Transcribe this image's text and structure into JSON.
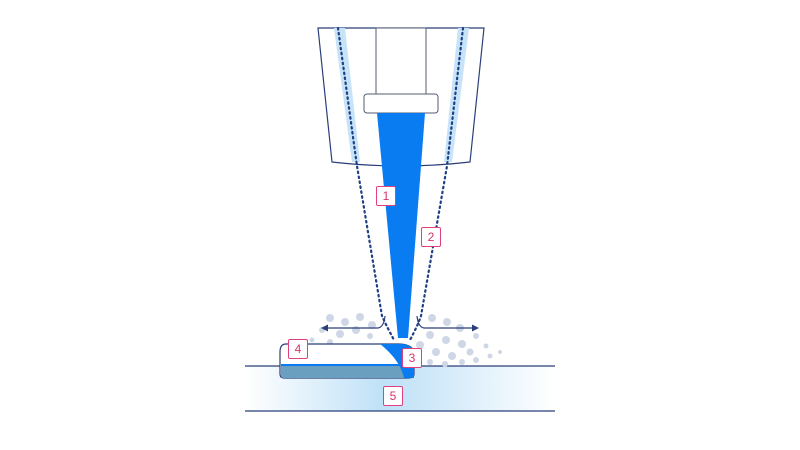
{
  "diagram": {
    "description": "Laser/plasma nozzle cross-section showing beam, gas flow, melt pool, and substrate",
    "colors": {
      "beam": "#0a7cf2",
      "outline": "#2a3e7a",
      "dotted": "#1f3f86",
      "gas_channel": "#c6e3f8",
      "label_border": "#e0407f",
      "label_text": "#d6336c",
      "particles": "#cfd6e6",
      "melt_pool_dark": "#6a9fc0",
      "substrate_glow": "#bfe1f7"
    },
    "labels": [
      {
        "id": "1",
        "text": "1"
      },
      {
        "id": "2",
        "text": "2"
      },
      {
        "id": "3",
        "text": "3"
      },
      {
        "id": "4",
        "text": "4"
      },
      {
        "id": "5",
        "text": "5"
      }
    ]
  }
}
